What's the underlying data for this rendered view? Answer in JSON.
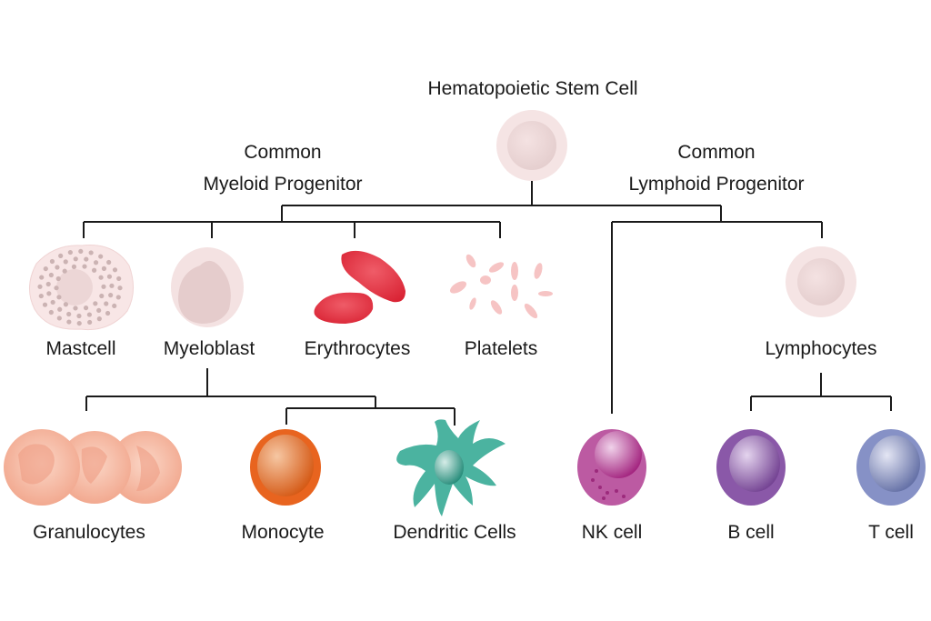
{
  "title": "Hematopoietic Stem Cell",
  "progenitors": {
    "myeloid": [
      "Common",
      "Myeloid Progenitor"
    ],
    "lymphoid": [
      "Common",
      "Lymphoid Progenitor"
    ]
  },
  "cells": {
    "mastcell": "Mastcell",
    "myeloblast": "Myeloblast",
    "erythrocytes": "Erythrocytes",
    "platelets": "Platelets",
    "lymphocytes": "Lymphocytes",
    "granulocytes": "Granulocytes",
    "monocyte": "Monocyte",
    "dendritic": "Dendritic Cells",
    "nk": "NK cell",
    "b": "B cell",
    "t": "T cell"
  },
  "colors": {
    "stem": "#f3dede",
    "erythrocyte": "#e23a48",
    "platelet": "#f5c4c4",
    "granulocyte": "#f4a98f",
    "monocyte": "#e8641f",
    "dendritic": "#4bb3a0",
    "nk": "#b9549e",
    "b": "#8a55a6",
    "t": "#8793c6"
  }
}
